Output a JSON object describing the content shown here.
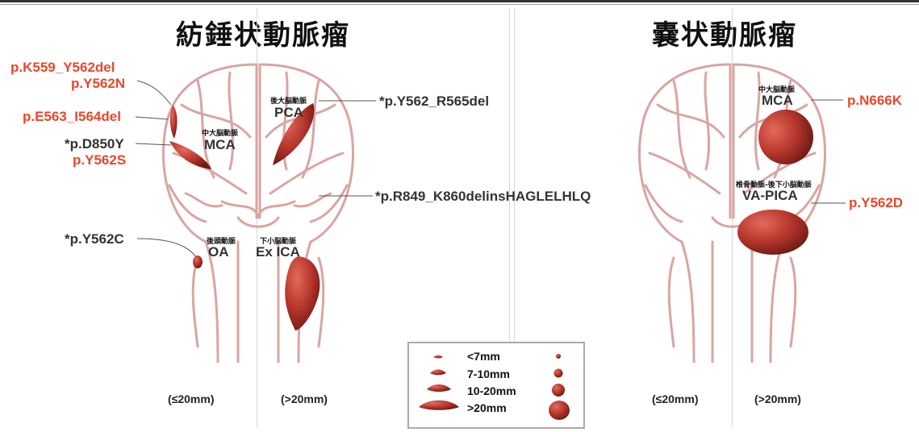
{
  "panels": {
    "fusiform": {
      "title": "紡錘状動脈瘤",
      "size_small": "(≤20mm)",
      "size_large": "(>20mm)"
    },
    "saccular": {
      "title": "嚢状動脈瘤",
      "size_small": "(≤20mm)",
      "size_large": "(>20mm)"
    }
  },
  "regions": {
    "mca_left": {
      "jp": "中大脳動脈",
      "en": "MCA"
    },
    "pca": {
      "jp": "後大脳動脈",
      "en": "PCA"
    },
    "oa": {
      "jp": "後頭動脈",
      "en": "OA"
    },
    "ex_ica": {
      "jp": "下小脳動脈",
      "en": "Ex ICA"
    },
    "mca_right": {
      "jp": "中大脳動脈",
      "en": "MCA"
    },
    "va_pica": {
      "jp": "椎骨動脈-後下小脳動脈",
      "en": "VA-PICA"
    }
  },
  "mutations": {
    "k559": "p.K559_Y562del",
    "y562n": "p.Y562N",
    "e563": "p.E563_I564del",
    "d850y": "*p.D850Y",
    "y562s": "p.Y562S",
    "y562c": "*p.Y562C",
    "y562_r565": "*p.Y562_R565del",
    "r849": "*p.R849_K860delinsHAGLELHLQ",
    "n666k": "p.N666K",
    "y562d": "p.Y562D"
  },
  "colors": {
    "mutation_red": "#e8472b",
    "mutation_dark": "#333333",
    "vessel": "#d9a5a2",
    "aneurysm": "#a8322a"
  },
  "legend": {
    "items": [
      "<7mm",
      "7-10mm",
      "10-20mm",
      ">20mm"
    ]
  }
}
